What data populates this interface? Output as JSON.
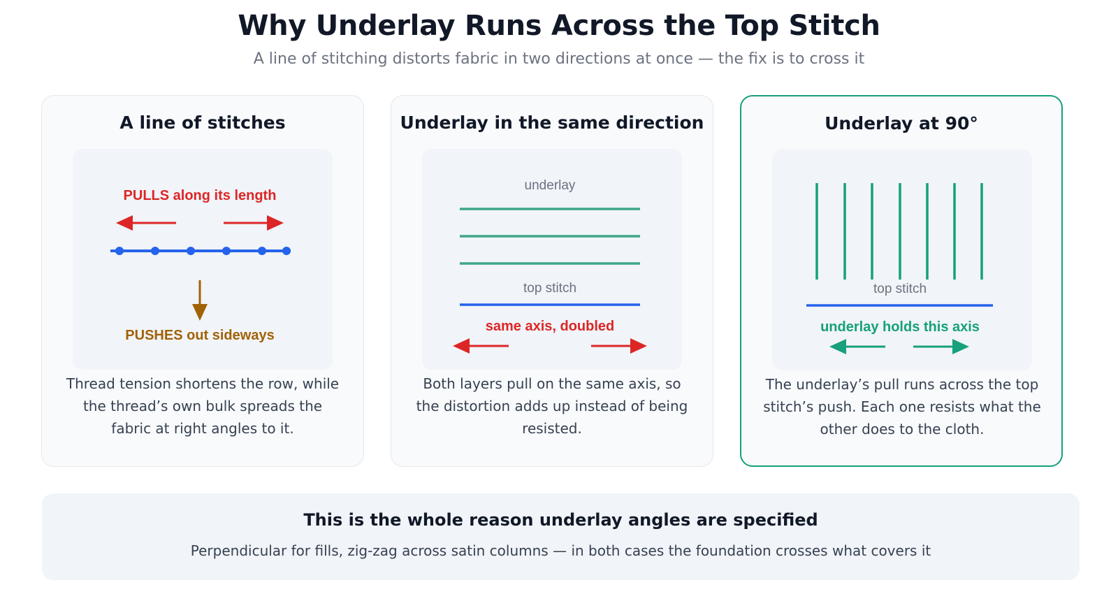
{
  "page": {
    "title": "Why Underlay Runs Across the Top Stitch",
    "subtitle": "A line of stitching distorts fabric in two directions at once — the fix is to cross it"
  },
  "cards": [
    {
      "title": "A line of stitches",
      "pull_label": "PULLS along its length",
      "push_label": "PUSHES out sideways",
      "description": "Thread tension shortens the row, while the thread’s own bulk spreads the fabric at right angles to it."
    },
    {
      "title": "Underlay in the same direction",
      "underlay_label": "underlay",
      "top_stitch_label": "top stitch",
      "axis_label": "same axis, doubled",
      "description": "Both layers pull on the same axis, so the distortion adds up instead of being resisted."
    },
    {
      "title": "Underlay at 90°",
      "top_stitch_label": "top stitch",
      "axis_label": "underlay holds this axis",
      "description": "The underlay’s pull runs across the top stitch’s push. Each one resists what the other does to the cloth."
    }
  ],
  "footer": {
    "title": "This is the whole reason underlay angles are specified",
    "text": "Perpendicular for fills, zig-zag across satin columns — in both cases the foundation crosses what covers it"
  },
  "colors": {
    "pull_red": "#dc2626",
    "push_brown": "#a16207",
    "stitch_blue": "#2563eb",
    "underlay_green": "#16a07b",
    "muted_gray": "#6b7280"
  }
}
